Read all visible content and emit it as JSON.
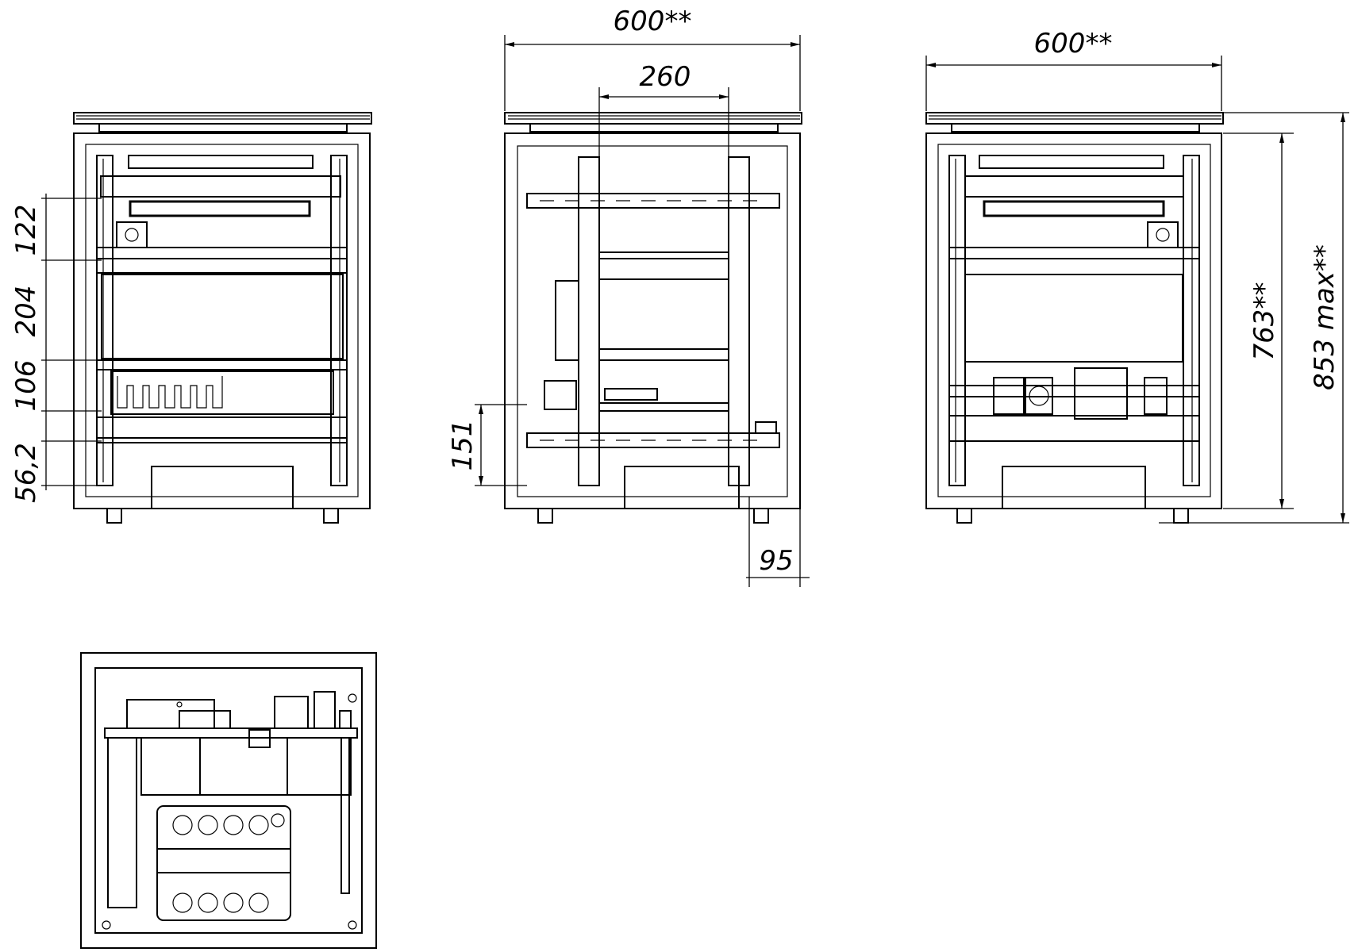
{
  "dimensions": {
    "front_view": {
      "h1": "122",
      "h2": "204",
      "h3": "106",
      "h4": "56,2"
    },
    "side_view": {
      "width": "600**",
      "inner": "260",
      "rail": "151",
      "offset": "95"
    },
    "rear_view": {
      "width": "600**",
      "inner_height": "763**",
      "total_height": "853 max**"
    }
  }
}
